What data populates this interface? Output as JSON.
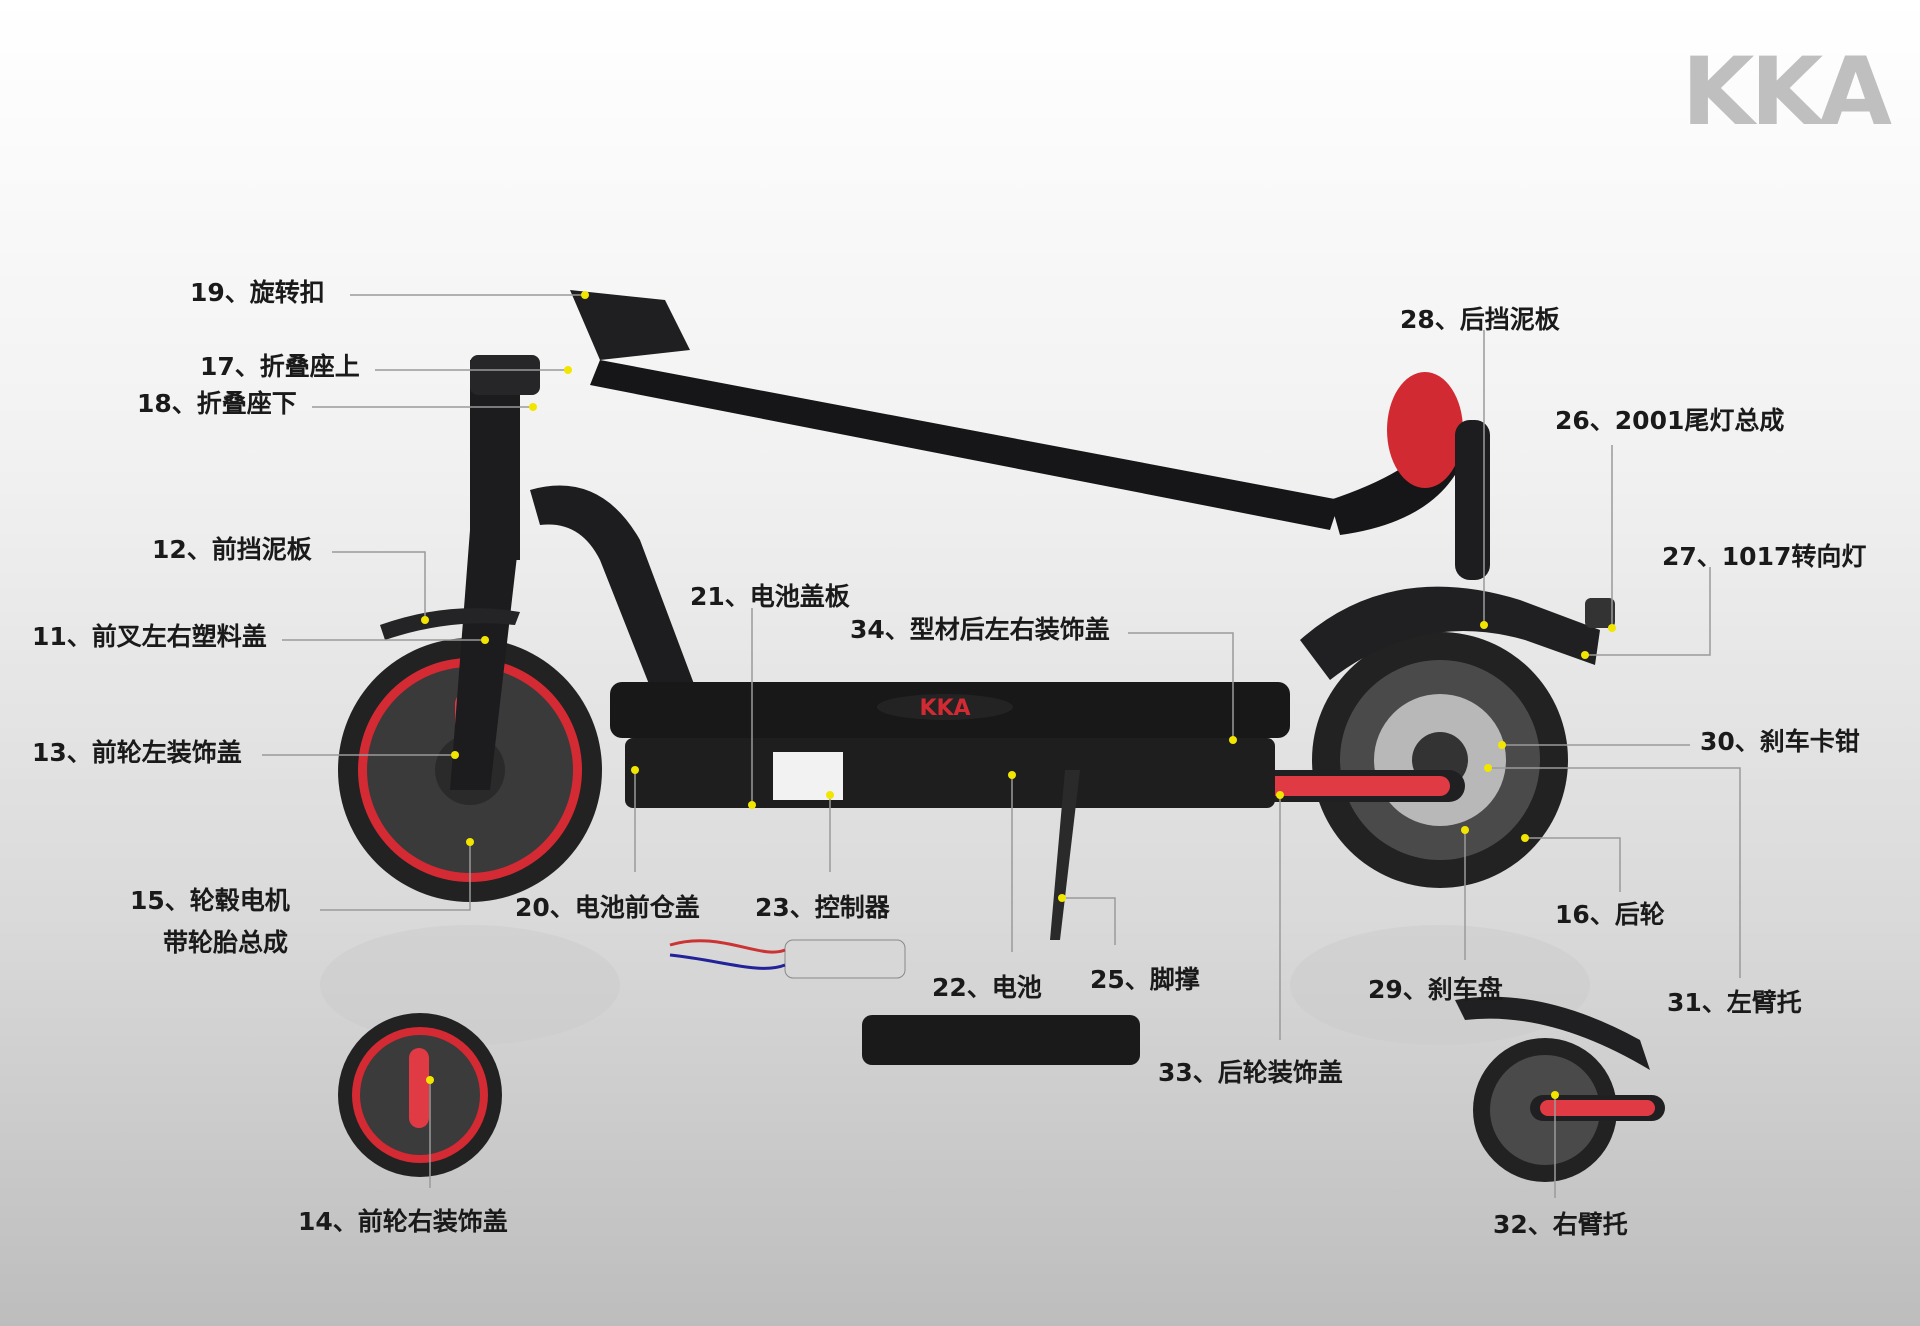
{
  "brand": {
    "logo_text": "KKA",
    "deck_logo": "KKA"
  },
  "parts": [
    {
      "key": "p19",
      "label": "19、旋转扣"
    },
    {
      "key": "p17",
      "label": "17、折叠座上"
    },
    {
      "key": "p18",
      "label": "18、折叠座下"
    },
    {
      "key": "p12",
      "label": "12、前挡泥板"
    },
    {
      "key": "p11",
      "label": "11、前叉左右塑料盖"
    },
    {
      "key": "p13",
      "label": "13、前轮左装饰盖"
    },
    {
      "key": "p15a",
      "label": "15、轮毂电机"
    },
    {
      "key": "p15b",
      "label": "带轮胎总成"
    },
    {
      "key": "p21",
      "label": "21、电池盖板"
    },
    {
      "key": "p34",
      "label": "34、型材后左右装饰盖"
    },
    {
      "key": "p20",
      "label": "20、电池前仓盖"
    },
    {
      "key": "p23",
      "label": "23、控制器"
    },
    {
      "key": "p22",
      "label": "22、电池"
    },
    {
      "key": "p25",
      "label": "25、脚撑"
    },
    {
      "key": "p28",
      "label": "28、后挡泥板"
    },
    {
      "key": "p26",
      "label": "26、2001尾灯总成"
    },
    {
      "key": "p27",
      "label": "27、1017转向灯"
    },
    {
      "key": "p30",
      "label": "30、刹车卡钳"
    },
    {
      "key": "p16",
      "label": "16、后轮"
    },
    {
      "key": "p29",
      "label": "29、刹车盘"
    },
    {
      "key": "p31",
      "label": "31、左臂托"
    },
    {
      "key": "p33",
      "label": "33、后轮装饰盖"
    },
    {
      "key": "p14",
      "label": "14、前轮右装饰盖"
    },
    {
      "key": "p32",
      "label": "32、右臂托"
    }
  ],
  "colors": {
    "accent": "#d9242f",
    "frame": "#1c1c1e",
    "leader": "#9a9a9a",
    "dot": "#f2e600"
  }
}
